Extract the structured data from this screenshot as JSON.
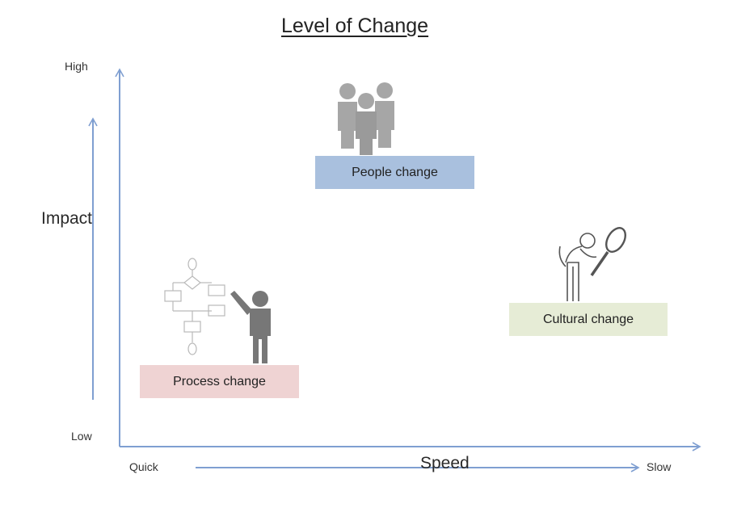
{
  "title": "Level of Change",
  "axes": {
    "y_name": "Impact",
    "y_top": "High",
    "y_bottom": "Low",
    "x_name": "Speed",
    "x_left": "Quick",
    "x_right": "Slow",
    "axis_color": "#7f9fd1"
  },
  "items": [
    {
      "label": "People change",
      "color": "#a9c0de",
      "icon": "group-of-people-icon"
    },
    {
      "label": "Process change",
      "color": "#efd3d3",
      "icon": "person-drawing-flowchart-icon"
    },
    {
      "label": "Cultural change",
      "color": "#e6ecd6",
      "icon": "person-with-magnifying-glass-icon"
    }
  ]
}
